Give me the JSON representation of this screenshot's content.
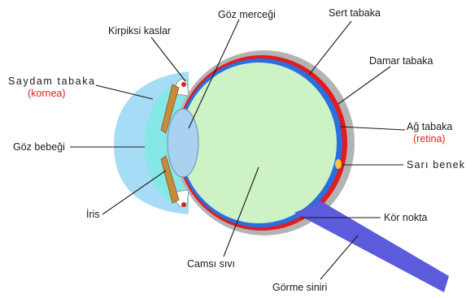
{
  "colors": {
    "sclera": "#b3b3b3",
    "choroid": "#e31b1b",
    "retina": "#2a6fe0",
    "vitreous": "#ccf2c6",
    "cornea": "#a6dcf5",
    "aqueous": "#86e8e6",
    "lens": "#a9d2f0",
    "iris": "#c98a3a",
    "optic_nerve": "#5b5bdc",
    "macula": "#f2c24a",
    "accent_label": "#e0201c"
  },
  "labels": {
    "ciliary_muscle": "Kirpiksi kaslar",
    "lens": "Göz merceği",
    "sclera": "Sert tabaka",
    "cornea": "Saydam tabaka",
    "cornea_latin": "(kornea)",
    "choroid": "Damar tabaka",
    "retina": "Ağ tabaka",
    "retina_latin": "(retina)",
    "pupil": "Göz bebeği",
    "macula": "Sarı benek",
    "iris": "İris",
    "blind_spot": "Kör nokta",
    "vitreous": "Camsı sıvı",
    "optic_nerve": "Görme siniri"
  }
}
